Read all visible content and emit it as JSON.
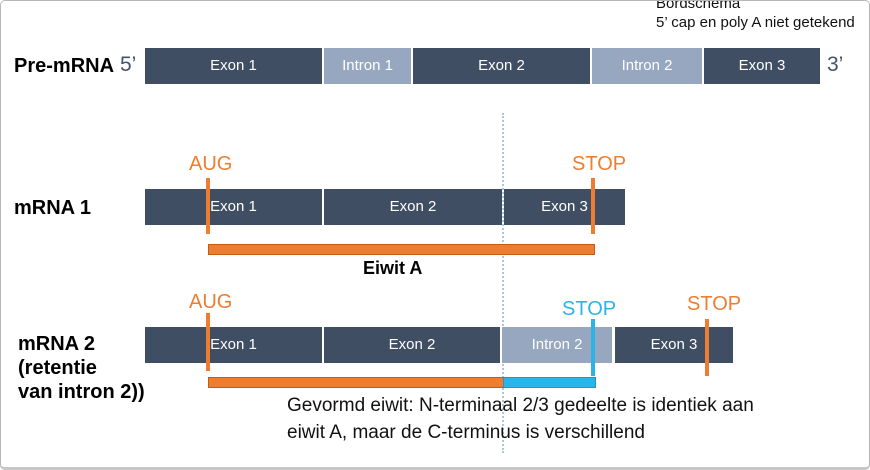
{
  "colors": {
    "exon": "#3F4E63",
    "intron": "#97A7BF",
    "orange": "#ED7D31",
    "cyan": "#2AB4E8",
    "prime_label": "#44546A",
    "dashed_line": "#A9C7E0"
  },
  "header_note": {
    "line1": "Bordschema",
    "line2": "5’ cap en poly A niet getekend"
  },
  "pre_mrna": {
    "label": "Pre-mRNA",
    "five_prime": "5’",
    "three_prime": "3’",
    "segments": [
      {
        "label": "Exon 1",
        "type": "exon"
      },
      {
        "label": "Intron 1",
        "type": "intron"
      },
      {
        "label": "Exon 2",
        "type": "exon"
      },
      {
        "label": "Intron 2",
        "type": "intron"
      },
      {
        "label": "Exon 3",
        "type": "exon"
      }
    ]
  },
  "mrna1": {
    "label": "mRNA 1",
    "aug_label": "AUG",
    "stop_label": "STOP",
    "segments": [
      {
        "label": "Exon 1",
        "type": "exon"
      },
      {
        "label": "Exon 2",
        "type": "exon"
      },
      {
        "label": "Exon 3",
        "type": "exon"
      }
    ],
    "protein_label": "Eiwit A"
  },
  "mrna2": {
    "label_line1": "mRNA 2",
    "label_line2": "(retentie",
    "label_line3": "van intron 2))",
    "aug_label": "AUG",
    "stop_intron_label": "STOP",
    "stop_exon_label": "STOP",
    "segments": [
      {
        "label": "Exon 1",
        "type": "exon"
      },
      {
        "label": "Exon 2",
        "type": "exon"
      },
      {
        "label": "Intron 2",
        "type": "intron"
      },
      {
        "label": "Exon 3",
        "type": "exon"
      }
    ],
    "caption_line1": "Gevormd eiwit: N-terminaal 2/3 gedeelte is identiek aan",
    "caption_line2": "eiwit A, maar de C-terminus is verschillend"
  }
}
